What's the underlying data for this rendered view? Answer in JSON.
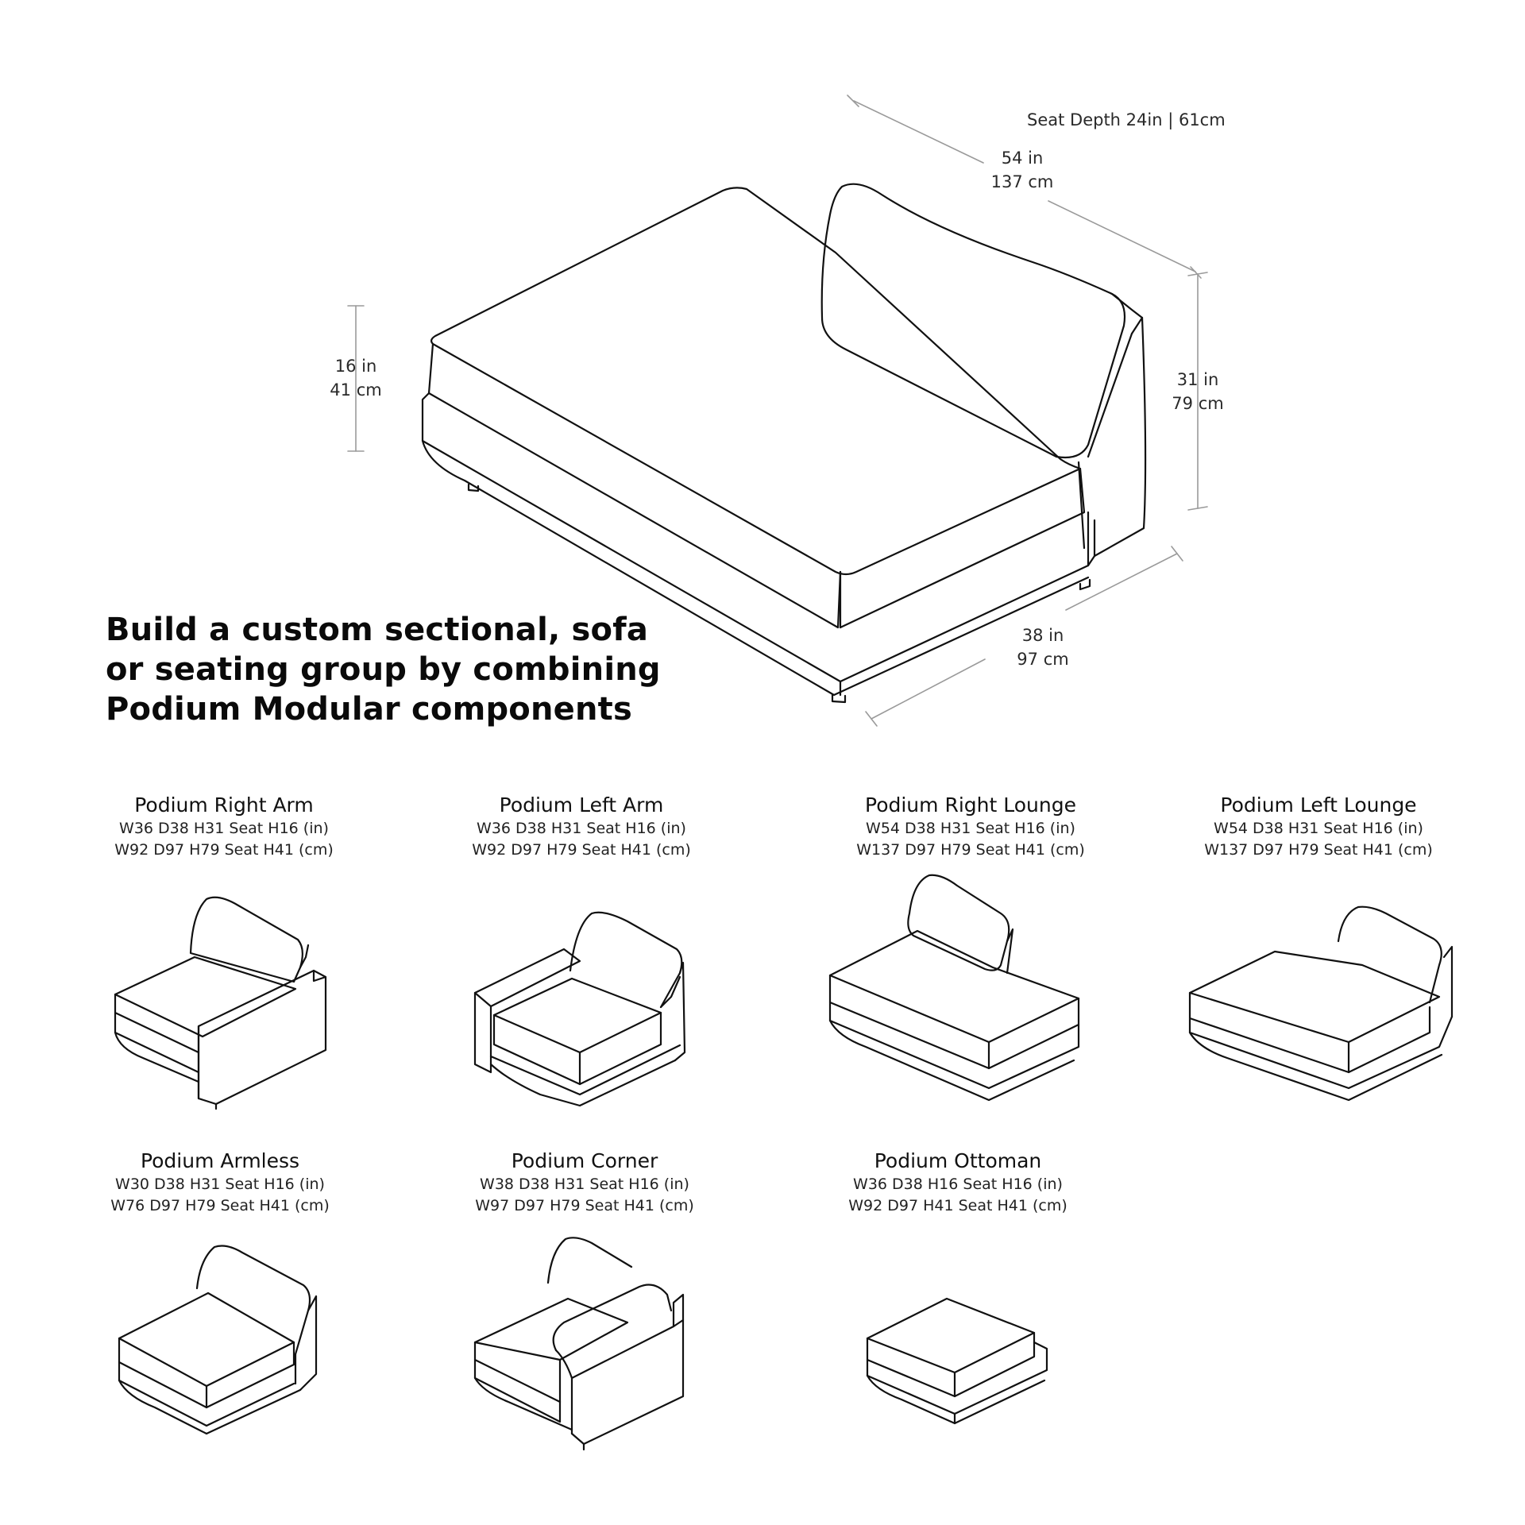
{
  "headline": {
    "line1": "Build a custom sectional, sofa",
    "line2": "or seating group by combining",
    "line3": "Podium Modular components"
  },
  "dimensions": {
    "seat_depth": "Seat Depth 24in | 61cm",
    "width_in": "54 in",
    "width_cm": "137 cm",
    "height_in": "31 in",
    "height_cm": "79 cm",
    "seat_h_in": "16 in",
    "seat_h_cm": "41 cm",
    "depth_in": "38 in",
    "depth_cm": "97 cm"
  },
  "products": [
    {
      "name": "Podium Right Arm",
      "spec_in": "W36 D38 H31 Seat H16 (in)",
      "spec_cm": "W92 D97 H79 Seat H41 (cm)"
    },
    {
      "name": "Podium Left Arm",
      "spec_in": "W36 D38 H31 Seat H16 (in)",
      "spec_cm": "W92 D97 H79 Seat H41 (cm)"
    },
    {
      "name": "Podium Right Lounge",
      "spec_in": "W54 D38 H31 Seat H16 (in)",
      "spec_cm": "W137 D97 H79 Seat H41 (cm)"
    },
    {
      "name": "Podium Left Lounge",
      "spec_in": "W54 D38 H31 Seat H16 (in)",
      "spec_cm": "W137 D97 H79 Seat H41 (cm)"
    },
    {
      "name": "Podium Armless",
      "spec_in": "W30 D38 H31 Seat H16 (in)",
      "spec_cm": "W76 D97 H79 Seat H41 (cm)"
    },
    {
      "name": "Podium Corner",
      "spec_in": "W38 D38 H31 Seat H16 (in)",
      "spec_cm": "W97 D97 H79 Seat H41 (cm)"
    },
    {
      "name": "Podium Ottoman",
      "spec_in": "W36 D38 H16 Seat H16 (in)",
      "spec_cm": "W92 D97 H41 Seat H41 (cm)"
    }
  ]
}
